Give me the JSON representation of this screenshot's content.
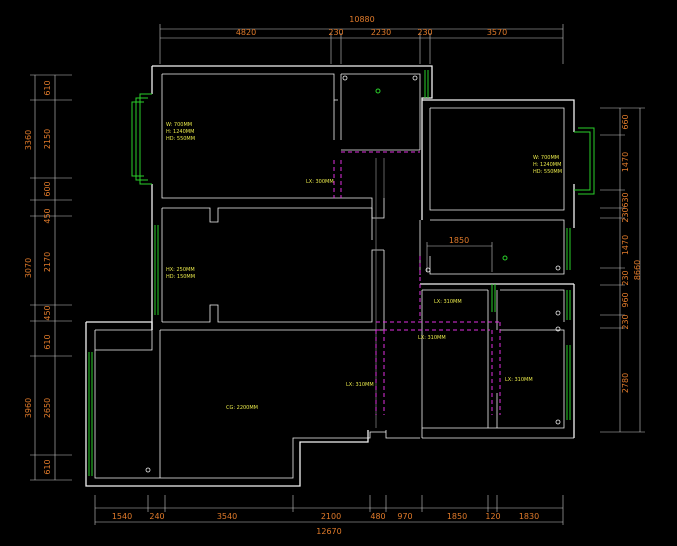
{
  "top_dims": {
    "total": "10880",
    "segments": [
      "4820",
      "230",
      "2230",
      "230",
      "3570"
    ]
  },
  "bottom_dims": {
    "total": "12670",
    "segments": [
      "1540",
      "240",
      "3540",
      "2100",
      "480",
      "970",
      "1850",
      "120",
      "1830"
    ]
  },
  "left_dims": {
    "group1": {
      "total": "3360",
      "segments": [
        "610",
        "2150",
        "600"
      ]
    },
    "group2": {
      "total": "3070",
      "segments": [
        "450",
        "2170",
        "450"
      ]
    },
    "group3": {
      "total": "3960",
      "segments": [
        "610",
        "2650",
        "610"
      ]
    }
  },
  "right_dims": {
    "total": "8660",
    "segments": [
      "660",
      "1470",
      "230",
      "630",
      "1470",
      "230",
      "960",
      "230",
      "2780"
    ]
  },
  "inner_dim": "1850",
  "room_labels": {
    "room1": [
      "W: 700MM",
      "H: 1240MM",
      "HD: 550MM"
    ],
    "room2": [
      "W: 700MM",
      "H: 1240MM",
      "HD: 550MM"
    ],
    "room3": [
      "HX: 250MM",
      "HD: 150MM"
    ],
    "lx1": "LX: 300MM",
    "lx2": "LX: 310MM",
    "lx3": "LX: 310MM",
    "lx4": "LX: 310MM",
    "lx5": "LX: 310MM",
    "cg": "CG: 2200MM"
  },
  "colors": {
    "background": "#000000",
    "walls": "#f2f2f2",
    "dimension_text": "#e07a2a",
    "label_text": "#e8e84a",
    "windows": "#2ad02a",
    "dashed_lines": "#e030e0"
  }
}
